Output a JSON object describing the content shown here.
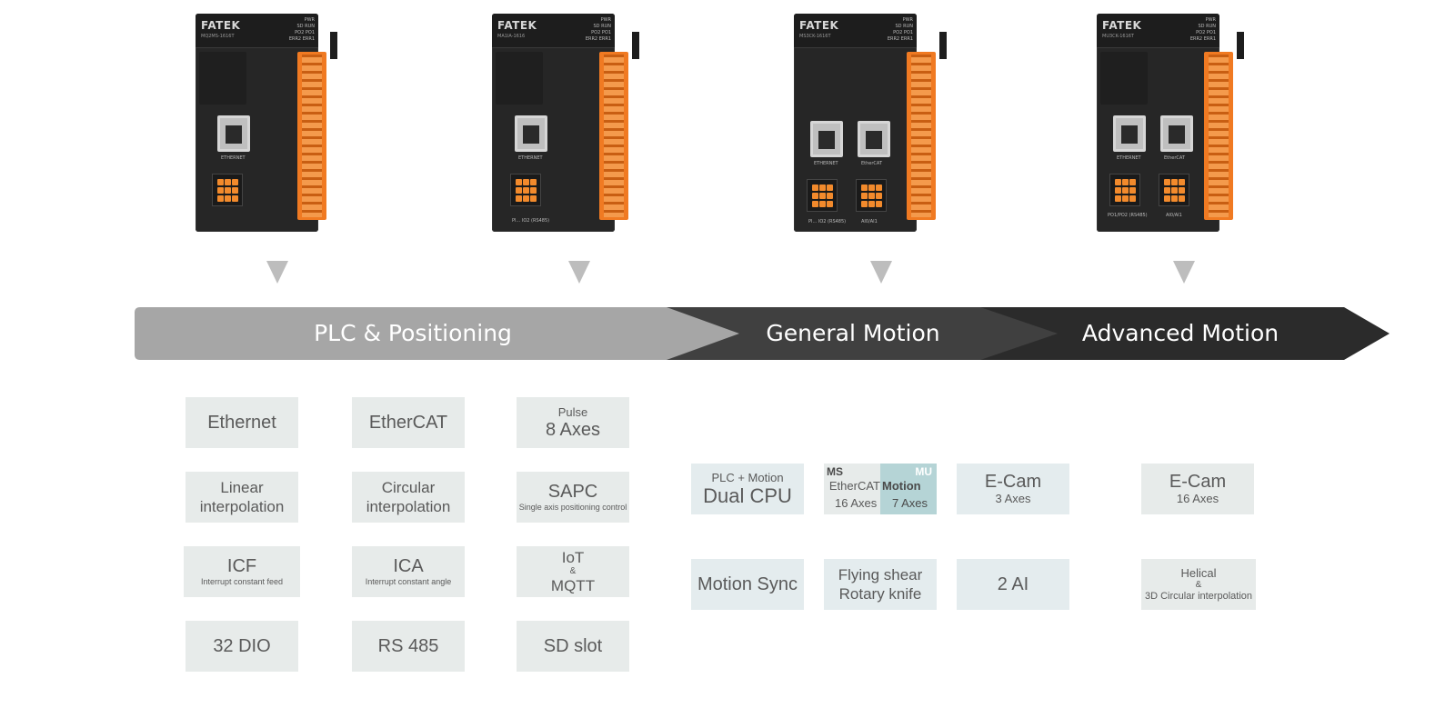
{
  "devices": [
    {
      "brand": "FATEK",
      "model": "MQ2MS-1616T",
      "leds": [
        "PWR",
        "SD RUN",
        "PO2 PO1",
        "ERR2 ERR1"
      ],
      "port1": "ETHERNET",
      "conn1": ""
    },
    {
      "brand": "FATEK",
      "model": "MA1IA-1616",
      "leds": [
        "PWR",
        "SD RUN",
        "PO2 PO1",
        "ERR2 ERR1"
      ],
      "port1": "ETHERNET",
      "conn1": "PI... IO2 (RS485)"
    },
    {
      "brand": "FATEK",
      "model": "MS3CK-1616T",
      "leds": [
        "PWR",
        "SD RUN",
        "PO2 PO1",
        "ERR2 ERR1"
      ],
      "port1": "ETHERNET",
      "port2": "EtherCAT",
      "conn1": "PI... IO2 (RS485)",
      "conn2": "AI0/AI1"
    },
    {
      "brand": "FATEK",
      "model": "MU3CK-1616T",
      "leds": [
        "PWR",
        "SD RUN",
        "PO2 PO1",
        "ERR2 ERR1"
      ],
      "port1": "ETHERNET",
      "port2": "EtherCAT",
      "conn1": "PO1/PO2 (RS485)",
      "conn2": "AI0/AI1"
    }
  ],
  "colors": {
    "stage1": "#a6a6a6",
    "stage2": "#404040",
    "stage3": "#2b2b2b",
    "marker": "#bdbdbd",
    "tile": "#e7ebea",
    "tile_blue": "#e4ecee",
    "highlight": "#b5d4d6",
    "terminal": "#f07a22"
  },
  "band": {
    "stage1": "PLC & Positioning",
    "stage2": "General Motion",
    "stage3": "Advanced Motion"
  },
  "plc_features": {
    "ethernet": "Ethernet",
    "ethercat": "EtherCAT",
    "pulse_top": "Pulse",
    "pulse_axes": "8 Axes",
    "linear_1": "Linear",
    "linear_2": "interpolation",
    "circular_1": "Circular",
    "circular_2": "interpolation",
    "sapc": "SAPC",
    "sapc_sub": "Single axis positioning control",
    "icf": "ICF",
    "icf_sub": "Interrupt constant feed",
    "ica": "ICA",
    "ica_sub": "Interrupt constant angle",
    "iot": "IoT",
    "amp": "&",
    "mqtt": "MQTT",
    "dio": "32 DIO",
    "rs485": "RS 485",
    "sd": "SD slot"
  },
  "general_features": {
    "dual_top": "PLC + Motion",
    "dual_main": "Dual CPU",
    "ms": "MS",
    "mu": "MU",
    "ethercat_word": "EtherCAT",
    "motion_word": "Motion",
    "ms_axes": "16 Axes",
    "mu_axes": "7 Axes",
    "ecam": "E-Cam",
    "ecam_axes": "3 Axes",
    "sync": "Motion Sync",
    "flying": "Flying shear",
    "rotary": "Rotary knife",
    "ai": "2 AI"
  },
  "advanced_features": {
    "ecam": "E-Cam",
    "ecam_axes": "16 Axes",
    "helical": "Helical",
    "amp": "&",
    "circular3d": "3D Circular interpolation"
  }
}
